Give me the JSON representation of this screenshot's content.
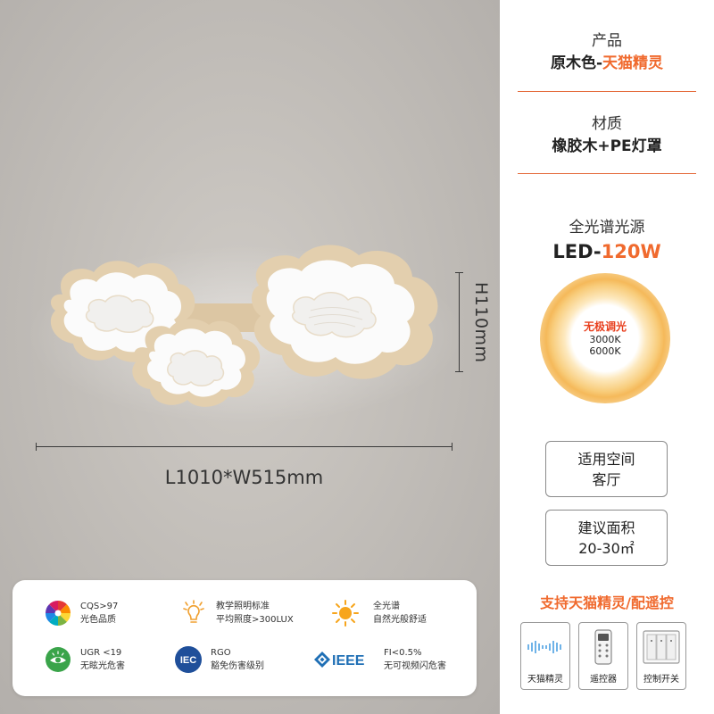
{
  "dimensions": {
    "height": "H110mm",
    "footprint": "L1010*W515mm"
  },
  "features": [
    {
      "icon": "color-wheel-icon",
      "line1": "CQS>97",
      "line2": "光色品质"
    },
    {
      "icon": "bulb-icon",
      "line1": "教学照明标准",
      "line2": "平均照度>300LUX"
    },
    {
      "icon": "sun-icon",
      "line1": "全光谱",
      "line2": "自然光般舒适"
    },
    {
      "icon": "eye-icon",
      "line1": "UGR <19",
      "line2": "无眩光危害"
    },
    {
      "icon": "iec-logo-icon",
      "logo_text": "IEC",
      "line1": "RGO",
      "line2": "豁免伤害级别"
    },
    {
      "icon": "ieee-logo-icon",
      "logo_text": "IEEE",
      "line1": "FI<0.5%",
      "line2": "无可视频闪危害"
    }
  ],
  "spec": {
    "product": {
      "title": "产品",
      "value_main": "原木色-",
      "value_accent": "天猫精灵"
    },
    "material": {
      "title": "材质",
      "value": "橡胶木+PE灯罩"
    },
    "light_source": {
      "title": "全光谱光源",
      "value_main": "LED-",
      "value_accent": "120W"
    },
    "dimming": {
      "title": "无极调光",
      "range_low": "3000K",
      "range_high": "6000K"
    },
    "space": {
      "title": "适用空间",
      "value": "客厅"
    },
    "area": {
      "title": "建议面积",
      "value": "20-30㎡"
    },
    "support_text": "支持天猫精灵/配遥控",
    "accessories": [
      {
        "icon": "tmall-genie-icon",
        "label": "天猫精灵"
      },
      {
        "icon": "remote-control-icon",
        "label": "遥控器"
      },
      {
        "icon": "wall-switch-icon",
        "label": "控制开关"
      }
    ]
  },
  "colors": {
    "accent": "#f06a2e",
    "wall": "#c2beb9",
    "wood": "#e3cfae"
  }
}
